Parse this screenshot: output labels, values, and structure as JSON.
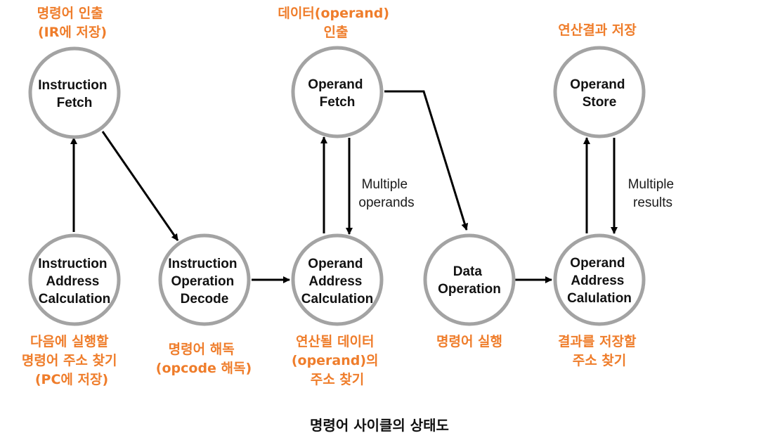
{
  "diagram": {
    "caption": "명령어 사이클의 상태도",
    "nodes": {
      "instruction_fetch": [
        "Instruction",
        "Fetch"
      ],
      "instruction_address_calculation": [
        "Instruction",
        "Address",
        "Calculation"
      ],
      "instruction_operation_decode": [
        "Instruction",
        "Operation",
        "Decode"
      ],
      "operand_fetch": [
        "Operand",
        "Fetch"
      ],
      "operand_address_calculation_1": [
        "Operand",
        "Address",
        "Calculation"
      ],
      "data_operation": [
        "Data",
        "Operation"
      ],
      "operand_store": [
        "Operand",
        "Store"
      ],
      "operand_address_calculation_2": [
        "Operand",
        "Address",
        "Calulation"
      ]
    },
    "edge_notes": {
      "multiple_operands": [
        "Multiple",
        "operands"
      ],
      "multiple_results": [
        "Multiple",
        "results"
      ]
    },
    "annotations": {
      "instruction_fetch": [
        "명령어 인출",
        "(IR에 저장)"
      ],
      "operand_fetch": [
        "데이터(operand)",
        "인출"
      ],
      "operand_store": [
        "연산결과 저장"
      ],
      "instruction_address_calculation": [
        "다음에 실행할",
        "명령어 주소 찾기",
        "(PC에 저장)"
      ],
      "instruction_operation_decode": [
        "명령어 해독",
        "(opcode 해독)"
      ],
      "operand_address_calculation_1": [
        "연산될 데이터",
        "(operand)의",
        "주소 찾기"
      ],
      "data_operation": [
        "명령어 실행"
      ],
      "operand_address_calculation_2": [
        "결과를 저장할",
        "주소 찾기"
      ]
    },
    "colors": {
      "annotation": "#ef7d2b",
      "node_border": "#a3a3a3",
      "arrow": "#000000"
    }
  }
}
